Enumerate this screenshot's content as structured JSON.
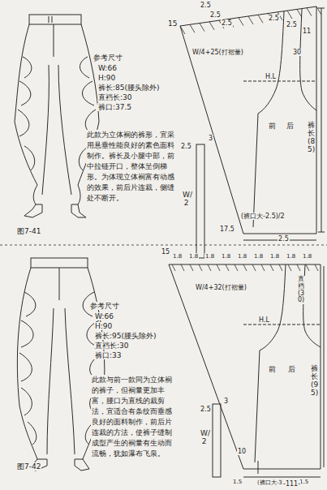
{
  "diagram": {
    "labels": [
      "参考尺寸",
      "W:66",
      "H:90",
      "裤长:85(腰头除外)",
      "直裆长:30",
      "裤口:37.5",
      "此款为立体裥的裤形，宜采用悬垂性能良好的素色面料制作。裤长及小腿中部，前中拉链开口，整体呈倒梯形。为体现立体裥富有动感的效果，前后片连裁，侧缝处不断开。",
      "图7-41",
      "2.5",
      "2.5",
      "2.5",
      "2.5",
      "2.5",
      "11",
      "15",
      "W/4+25(打褶量)",
      "H.L",
      "30",
      "前",
      "后",
      "裤长(85)",
      "(裤口大-2.5)/2",
      "3",
      "2.5",
      "W/2",
      "17.5",
      "2.5",
      "参考尺寸",
      "W:66",
      "H:90",
      "裤长:95(腰头除外)",
      "直裆长:30",
      "裤口:33",
      "此款与前一款同为立体裥的裤子，但裥量更加丰富，腰口为直线的裁剪法，宜适合有条纹而垂感良好的面料制作，前后片连裁的方法，使裤子缝制成型产生的裥量有生动而流畅，犹如瀑布飞泉。",
      "图7-42",
      "15",
      "1.8",
      "1.8",
      "1.8",
      "1.8",
      "1.8",
      "1.8",
      "1.8",
      "1.8",
      "1.8",
      "W/4+32(打褶量)",
      "H.L",
      "直裆(30)",
      "前",
      "后",
      "裤长(95)",
      "10",
      "1.5",
      "(裤口大-3)/2",
      "1.5",
      "2.5",
      "3",
      "W/2",
      "-111-"
    ]
  }
}
